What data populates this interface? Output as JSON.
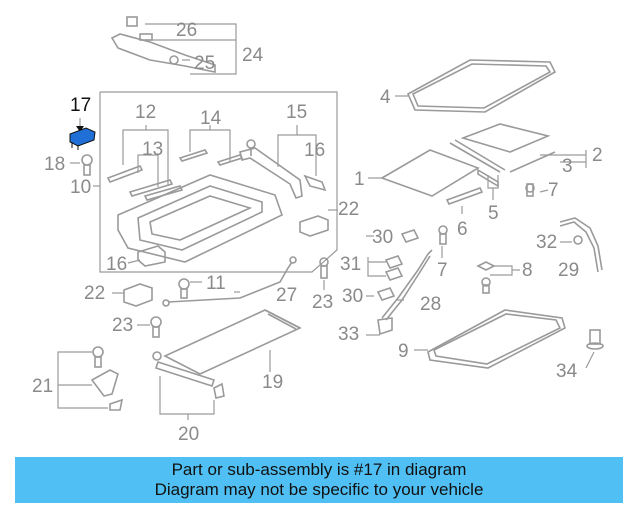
{
  "diagram": {
    "highlight_color": "#1f6fd6",
    "labels": {
      "l1": "1",
      "l2": "2",
      "l3": "3",
      "l4": "4",
      "l5": "5",
      "l6": "6",
      "l7a": "7",
      "l7b": "7",
      "l8": "8",
      "l9": "9",
      "l10": "10",
      "l11": "11",
      "l12": "12",
      "l13": "13",
      "l14": "14",
      "l15": "15",
      "l16a": "16",
      "l16b": "16",
      "l17": "17",
      "l18": "18",
      "l19": "19",
      "l20": "20",
      "l21": "21",
      "l22a": "22",
      "l22b": "22",
      "l23a": "23",
      "l23b": "23",
      "l24": "24",
      "l25": "25",
      "l26": "26",
      "l27": "27",
      "l28": "28",
      "l29": "29",
      "l30a": "30",
      "l30b": "30",
      "l31": "31",
      "l32": "32",
      "l33": "33",
      "l34": "34"
    }
  },
  "banner": {
    "background_color": "#50bff3",
    "line1": "Part or sub-assembly is #17 in diagram",
    "line2": "Diagram may not be specific to your vehicle"
  }
}
